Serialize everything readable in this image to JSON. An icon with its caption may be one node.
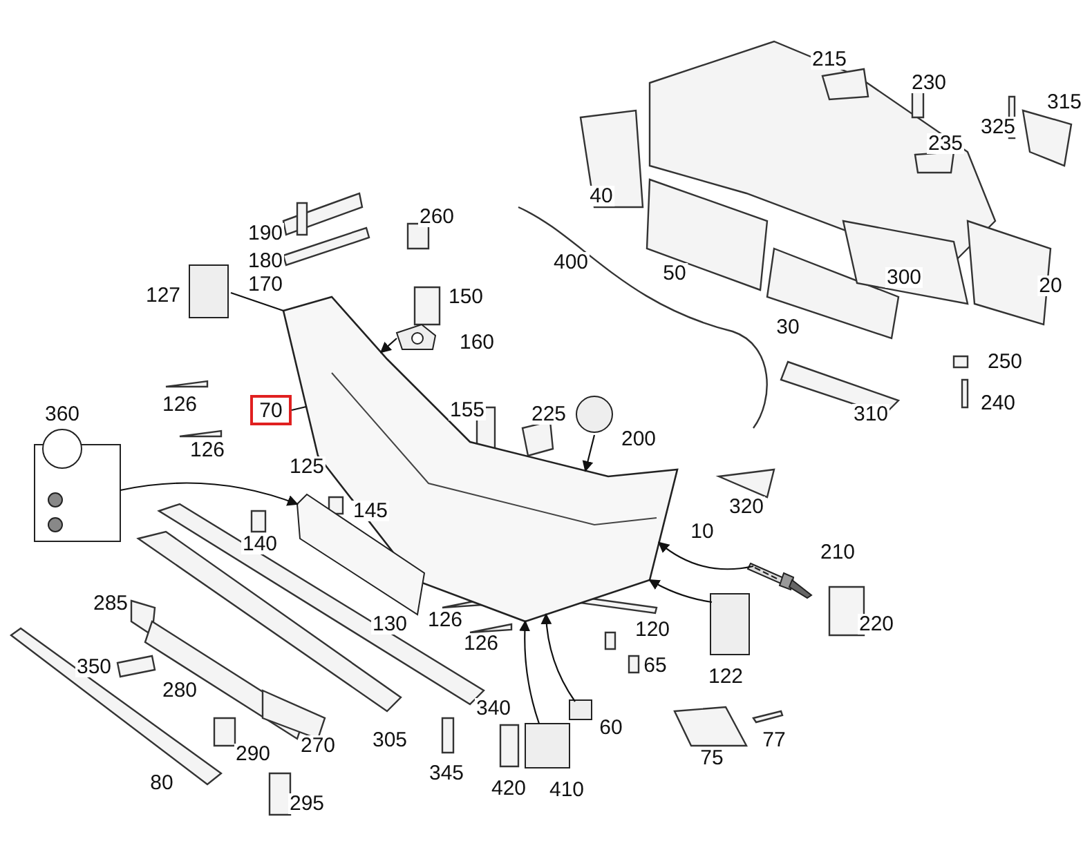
{
  "diagram": {
    "nodes": [
      {
        "text": [],
        "shape": "picture",
        "beside": [
          "10"
        ]
      },
      {
        "text": [
          "360"
        ]
      },
      {
        "text": [],
        "shape": "picture",
        "beside": [
          "130"
        ]
      },
      {
        "text": [],
        "shape": "box",
        "beside": [
          "127"
        ]
      },
      {
        "text": [],
        "shape": "picture"
      },
      {
        "text": [],
        "shape": "circle",
        "beside": [
          "200"
        ]
      },
      {
        "text": [],
        "shape": "picture",
        "beside": [
          "210"
        ]
      },
      {
        "text": [],
        "shape": "box",
        "beside": [
          "122"
        ]
      },
      {
        "text": [],
        "shape": "box",
        "beside": [
          "60"
        ]
      },
      {
        "text": [],
        "shape": "box",
        "beside": [
          "410"
        ]
      },
      {
        "text": [
          "70"
        ]
      }
    ],
    "edges": [
      {
        "from": 1,
        "to": 2,
        "arrow": "to"
      },
      {
        "from": 3,
        "to": 0,
        "arrow": "none"
      },
      {
        "from": 4,
        "to": 0,
        "arrow": "to"
      },
      {
        "from": 5,
        "to": 0,
        "arrow": "to"
      },
      {
        "from": 6,
        "to": 0,
        "arrow": "to"
      },
      {
        "from": 7,
        "to": 0,
        "arrow": "to"
      },
      {
        "from": 8,
        "to": 0,
        "arrow": "to"
      },
      {
        "from": 9,
        "to": 0,
        "arrow": "to"
      },
      {
        "from": 10,
        "to": 0,
        "arrow": "none"
      }
    ],
    "labels": [
      "215",
      "230",
      "315",
      "325",
      "235",
      "40",
      "190",
      "260",
      "400",
      "180",
      "170",
      "50",
      "300",
      "20",
      "150",
      "30",
      "160",
      "250",
      "126",
      "155",
      "225",
      "240",
      "310",
      "126",
      "125",
      "320",
      "145",
      "140",
      "220",
      "126",
      "120",
      "126",
      "65",
      "285",
      "350",
      "280",
      "340",
      "270",
      "305",
      "290",
      "77",
      "75",
      "345",
      "420",
      "80",
      "295"
    ]
  }
}
